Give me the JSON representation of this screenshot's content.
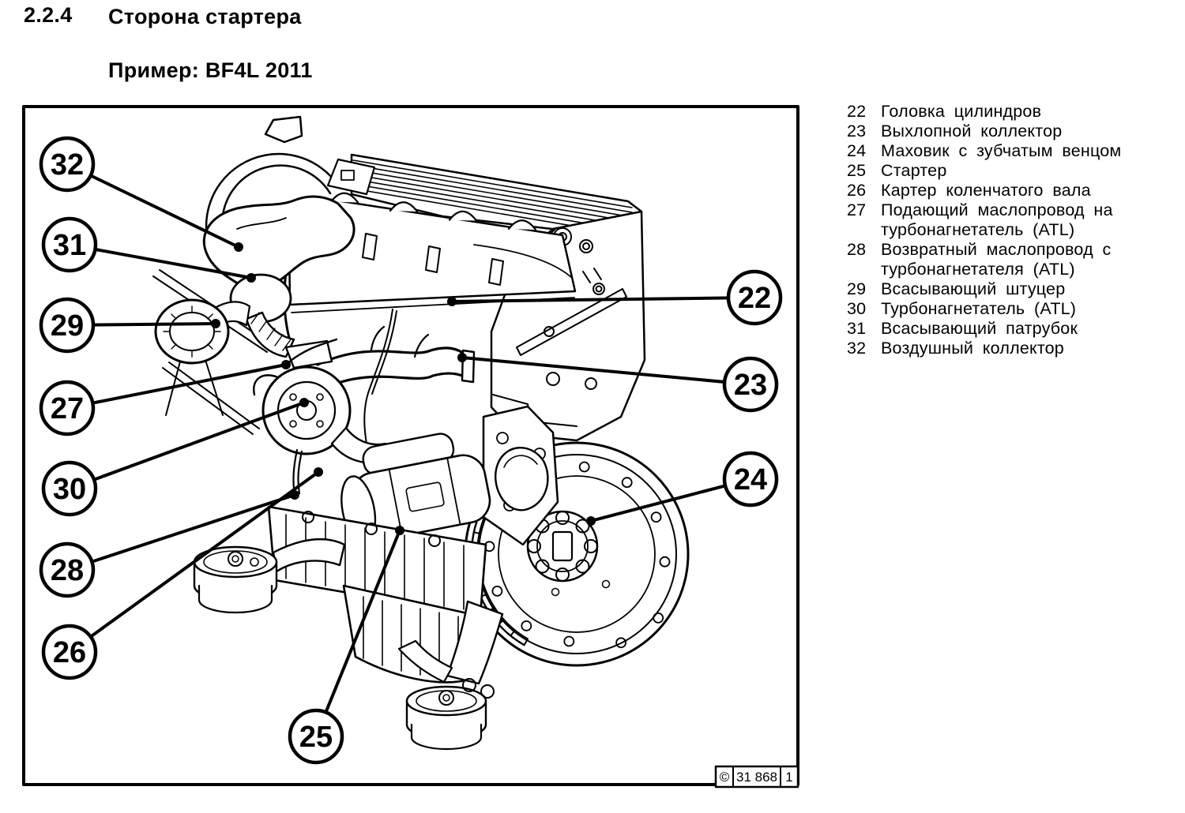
{
  "page": {
    "background": "#ffffff",
    "ink": "#000000"
  },
  "header": {
    "section_number": "2.2.4",
    "title": "Сторона стартера",
    "subtitle": "Пример: BF4L 2011"
  },
  "figure": {
    "stamp": {
      "copyright": "©",
      "number": "31 868",
      "sheet": "1"
    },
    "callouts": [
      {
        "num": "22"
      },
      {
        "num": "23"
      },
      {
        "num": "24"
      },
      {
        "num": "25"
      },
      {
        "num": "26"
      },
      {
        "num": "27"
      },
      {
        "num": "28"
      },
      {
        "num": "29"
      },
      {
        "num": "30"
      },
      {
        "num": "31"
      },
      {
        "num": "32"
      }
    ]
  },
  "legend": {
    "items": [
      {
        "num": "22",
        "line1": "Головка цилиндров"
      },
      {
        "num": "23",
        "line1": "Выхлопной коллектор"
      },
      {
        "num": "24",
        "line1": "Маховик с зубчатым венцом"
      },
      {
        "num": "25",
        "line1": "Стартер"
      },
      {
        "num": "26",
        "line1": "Картер коленчатого вала"
      },
      {
        "num": "27",
        "line1": "Подающий маслопровод на",
        "line2": "турбонагнетатель (ATL)"
      },
      {
        "num": "28",
        "line1": "Возвратный маслопровод с",
        "line2": "турбонагнетателя (ATL)"
      },
      {
        "num": "29",
        "line1": "Всасывающий штуцер"
      },
      {
        "num": "30",
        "line1": "Турбонагнетатель (ATL)"
      },
      {
        "num": "31",
        "line1": "Всасывающий патрубок"
      },
      {
        "num": "32",
        "line1": "Воздушный коллектор"
      }
    ]
  }
}
